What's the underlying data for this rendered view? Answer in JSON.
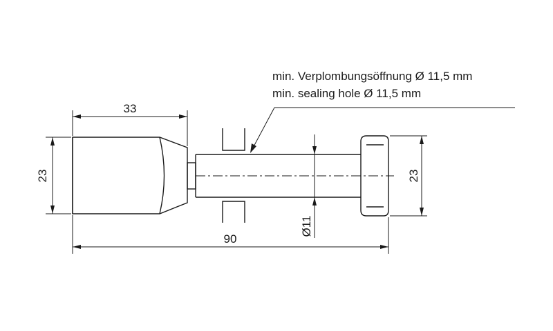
{
  "note": {
    "line_de": "min. Verplombungsöffnung Ø 11,5 mm",
    "line_en": "min. sealing hole Ø 11,5 mm"
  },
  "dimensions": {
    "head_length": "33",
    "head_height": "23",
    "total_length": "90",
    "shaft_diameter": "Ø11",
    "cap_height": "23"
  },
  "colors": {
    "line": "#1a1a1a",
    "background": "#ffffff"
  }
}
